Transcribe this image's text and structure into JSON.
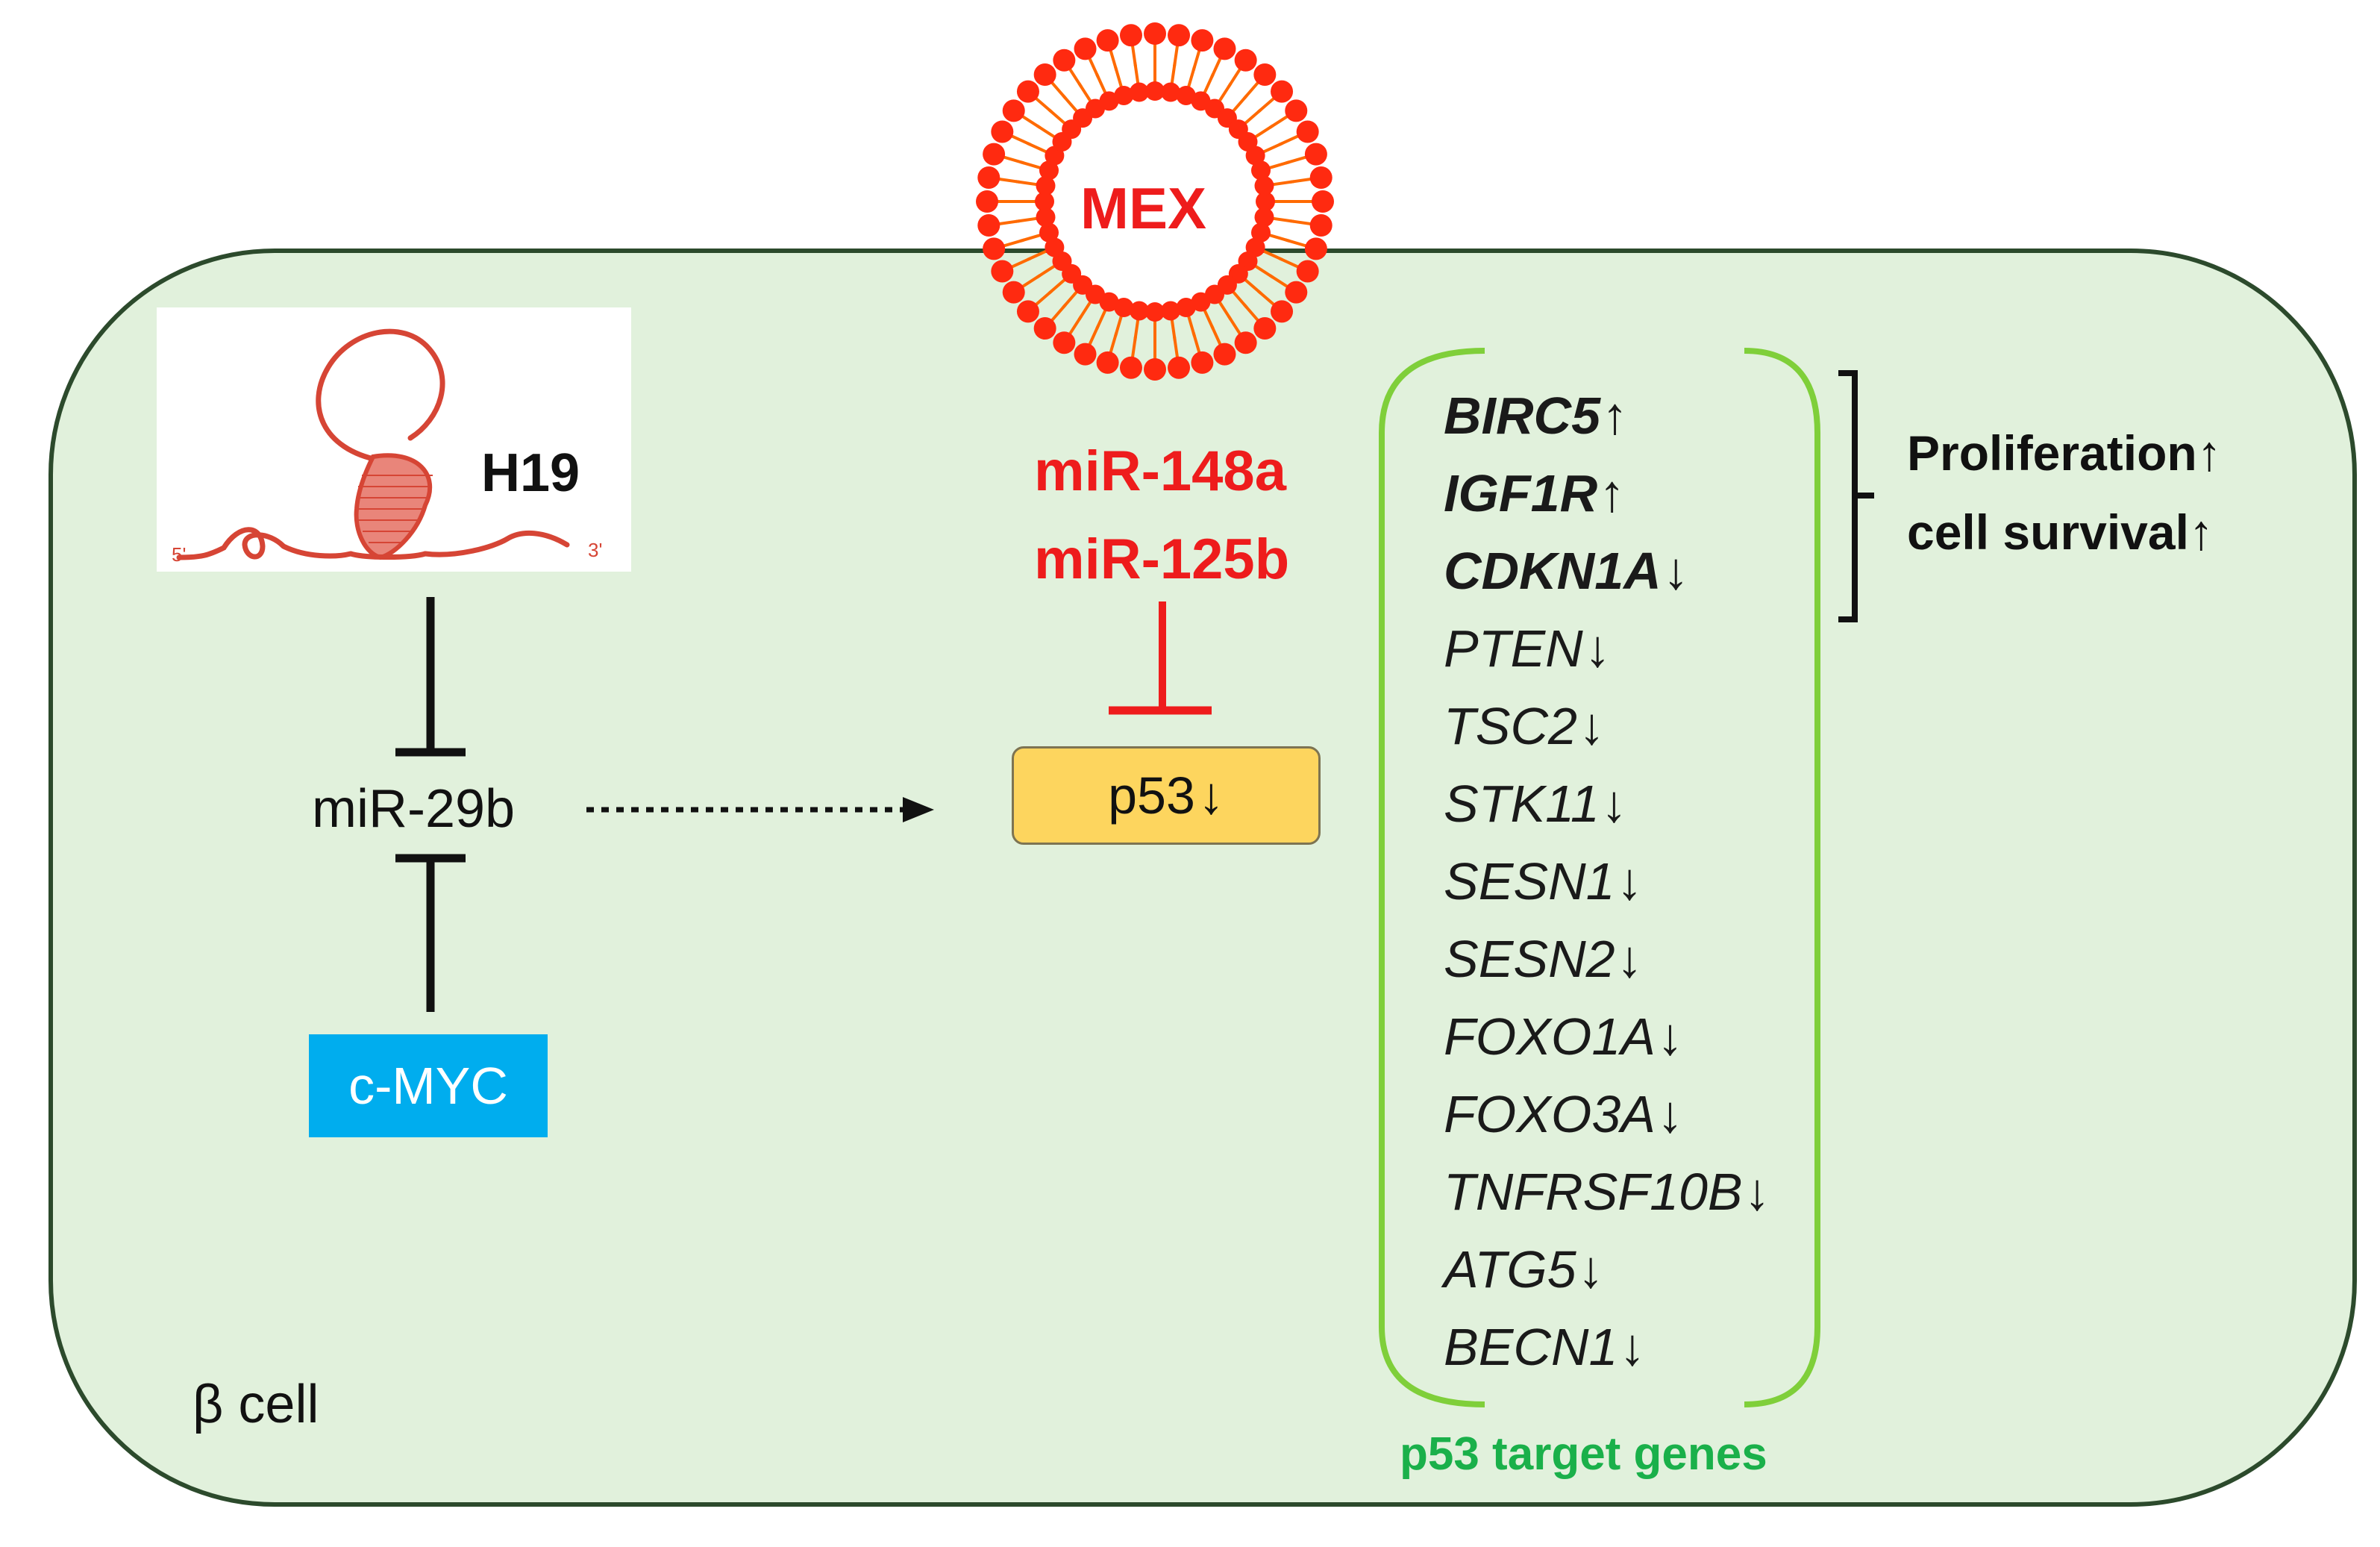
{
  "colors": {
    "cell_fill": "#e1f1dc",
    "cell_border": "#2c4a2c",
    "mex_red": "#ee1c1c",
    "mex_orange": "#ff6a00",
    "p53_box": "#fdd55e",
    "cmyc_box": "#00adee",
    "bracket_green": "#7fcf3a",
    "caption_green": "#1ab04a"
  },
  "cell_label": "β cell",
  "mex": {
    "label": "MEX"
  },
  "h19": {
    "label": "H19",
    "five_prime": "5'",
    "three_prime": "3'"
  },
  "mirnas": {
    "mir148a": "miR-148a",
    "mir125b": "miR-125b",
    "mir29b": "miR-29b"
  },
  "p53": {
    "label": "p53",
    "arrow": "↓"
  },
  "cmyc": {
    "label": "c-MYC"
  },
  "genes": [
    {
      "name": "BIRC5",
      "arrow": "↑",
      "bold": true
    },
    {
      "name": "IGF1R",
      "arrow": "↑",
      "bold": true
    },
    {
      "name": "CDKN1A",
      "arrow": "↓",
      "bold": true
    },
    {
      "name": "PTEN",
      "arrow": "↓",
      "bold": false
    },
    {
      "name": "TSC2",
      "arrow": "↓",
      "bold": false
    },
    {
      "name": "STK11",
      "arrow": "↓",
      "bold": false
    },
    {
      "name": "SESN1",
      "arrow": "↓",
      "bold": false
    },
    {
      "name": "SESN2",
      "arrow": "↓",
      "bold": false
    },
    {
      "name": "FOXO1A",
      "arrow": "↓",
      "bold": false
    },
    {
      "name": "FOXO3A",
      "arrow": "↓",
      "bold": false
    },
    {
      "name": "TNFRSF10B",
      "arrow": "↓",
      "bold": false
    },
    {
      "name": "ATG5",
      "arrow": "↓",
      "bold": false
    },
    {
      "name": "BECN1",
      "arrow": "↓",
      "bold": false
    }
  ],
  "target_caption": "p53 target genes",
  "outcomes": {
    "line1": "Proliferation↑",
    "line2": "cell survival↑"
  }
}
